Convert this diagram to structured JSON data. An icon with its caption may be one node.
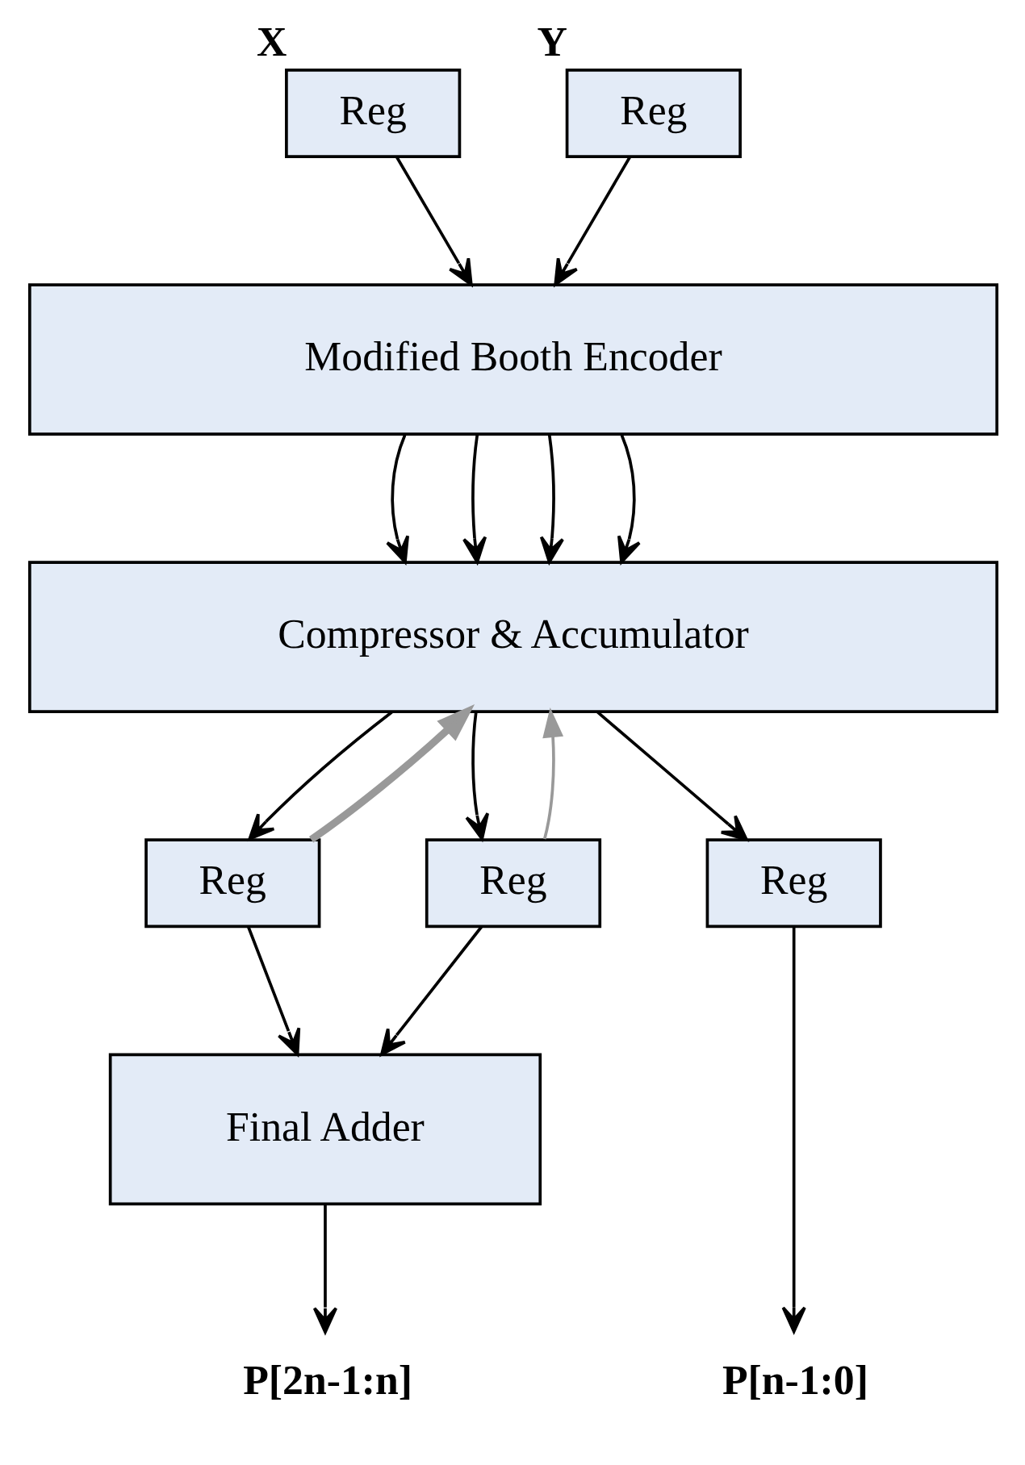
{
  "diagram": {
    "nodes": [
      {
        "text": [
          "Reg"
        ],
        "beside": [
          "X"
        ]
      },
      {
        "text": [
          "Reg"
        ],
        "beside": [
          "Y"
        ]
      },
      {
        "text": [
          "Modified Booth Encoder"
        ]
      },
      {
        "text": [
          "Compressor & Accumulator"
        ]
      },
      {
        "text": [
          "Reg"
        ]
      },
      {
        "text": [
          "Reg"
        ]
      },
      {
        "text": [
          "Reg"
        ]
      },
      {
        "text": [
          "Final Adder"
        ]
      },
      {
        "text": [
          "P[2n-1:n]"
        ]
      },
      {
        "text": [
          "P[n-1:0]"
        ]
      }
    ],
    "edges": [
      {
        "from": 0,
        "to": 2,
        "arrow": "to"
      },
      {
        "from": 1,
        "to": 2,
        "arrow": "to"
      },
      {
        "from": 2,
        "to": 3,
        "arrow": "to"
      },
      {
        "from": 2,
        "to": 3,
        "arrow": "to"
      },
      {
        "from": 2,
        "to": 3,
        "arrow": "to"
      },
      {
        "from": 2,
        "to": 3,
        "arrow": "to"
      },
      {
        "from": 3,
        "to": 4,
        "arrow": "to"
      },
      {
        "from": 3,
        "to": 5,
        "arrow": "to"
      },
      {
        "from": 3,
        "to": 6,
        "arrow": "to"
      },
      {
        "from": 4,
        "to": 3,
        "arrow": "to",
        "style": "thick",
        "color": "#999999"
      },
      {
        "from": 5,
        "to": 3,
        "arrow": "to",
        "color": "#999999"
      },
      {
        "from": 4,
        "to": 7,
        "arrow": "to"
      },
      {
        "from": 5,
        "to": 7,
        "arrow": "to"
      },
      {
        "from": 7,
        "to": 8,
        "arrow": "to"
      },
      {
        "from": 6,
        "to": 9,
        "arrow": "to"
      }
    ]
  }
}
